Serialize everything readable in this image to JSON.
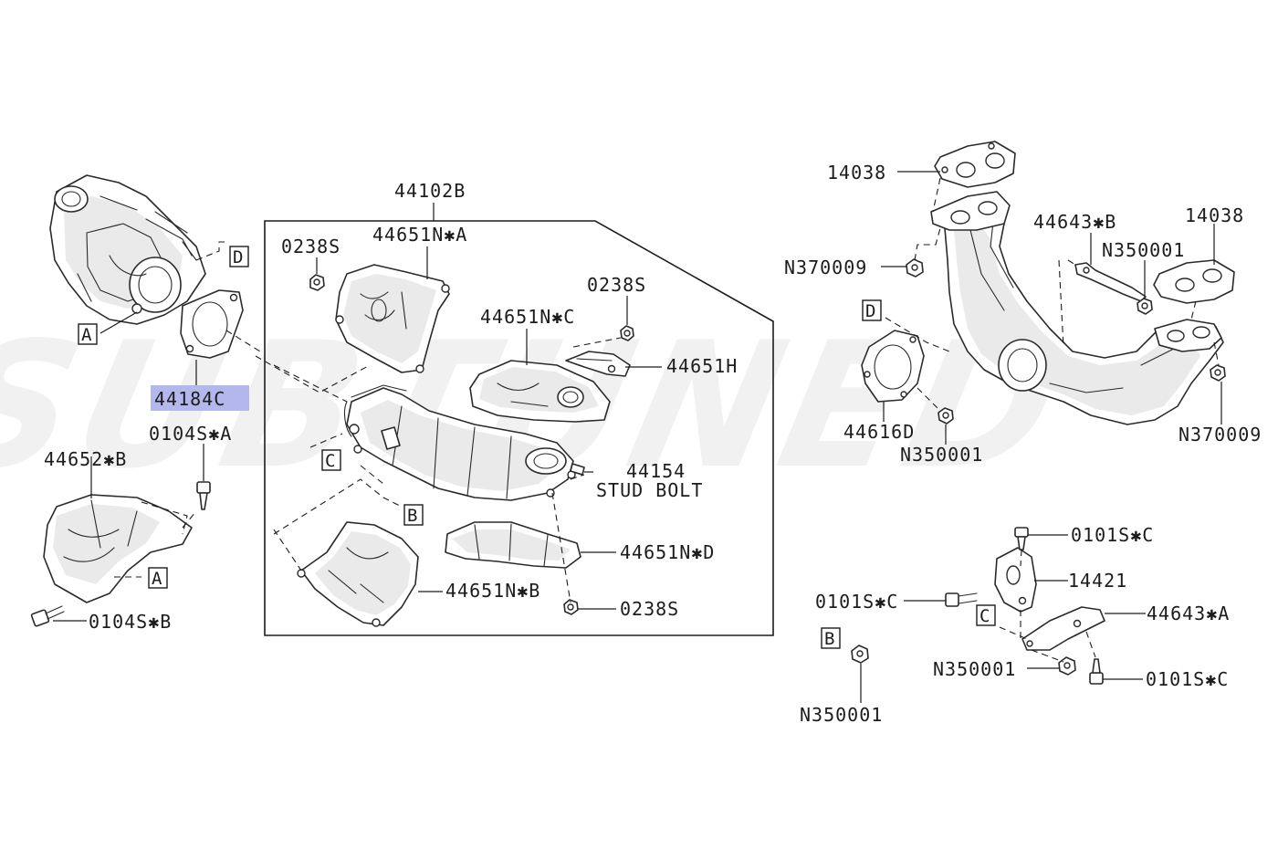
{
  "diagram": {
    "watermark": "SUBTUNED",
    "highlight_color": "#b3b7eb",
    "highlighted_part": "44184C",
    "labels": {
      "p44102B": "44102B",
      "p44651NA": "44651N✱A",
      "p0238S_top": "0238S",
      "p0238S_right": "0238S",
      "p44651NC": "44651N✱C",
      "p44651H": "44651H",
      "p44154": "44154",
      "stud_bolt": "STUD BOLT",
      "p44651ND": "44651N✱D",
      "p44651NB": "44651N✱B",
      "p0238S_bottom": "0238S",
      "p44184C": "44184C",
      "p0104SA": "0104S✱A",
      "p44652B": "44652✱B",
      "p0104SB": "0104S✱B",
      "p14038_left": "14038",
      "p14038_right": "14038",
      "p44643B": "44643✱B",
      "pN350001_upper": "N350001",
      "pN370009_left": "N370009",
      "pN370009_right": "N370009",
      "p44616D": "44616D",
      "pN350001_mid": "N350001",
      "p0101SC_top": "0101S✱C",
      "p14421": "14421",
      "p0101SC_left": "0101S✱C",
      "p44643A": "44643✱A",
      "pN350001_low": "N350001",
      "p0101SC_bottom": "0101S✱C",
      "pN350001_bottom": "N350001"
    },
    "refs": {
      "A": "A",
      "B": "B",
      "C": "C",
      "D": "D"
    }
  }
}
